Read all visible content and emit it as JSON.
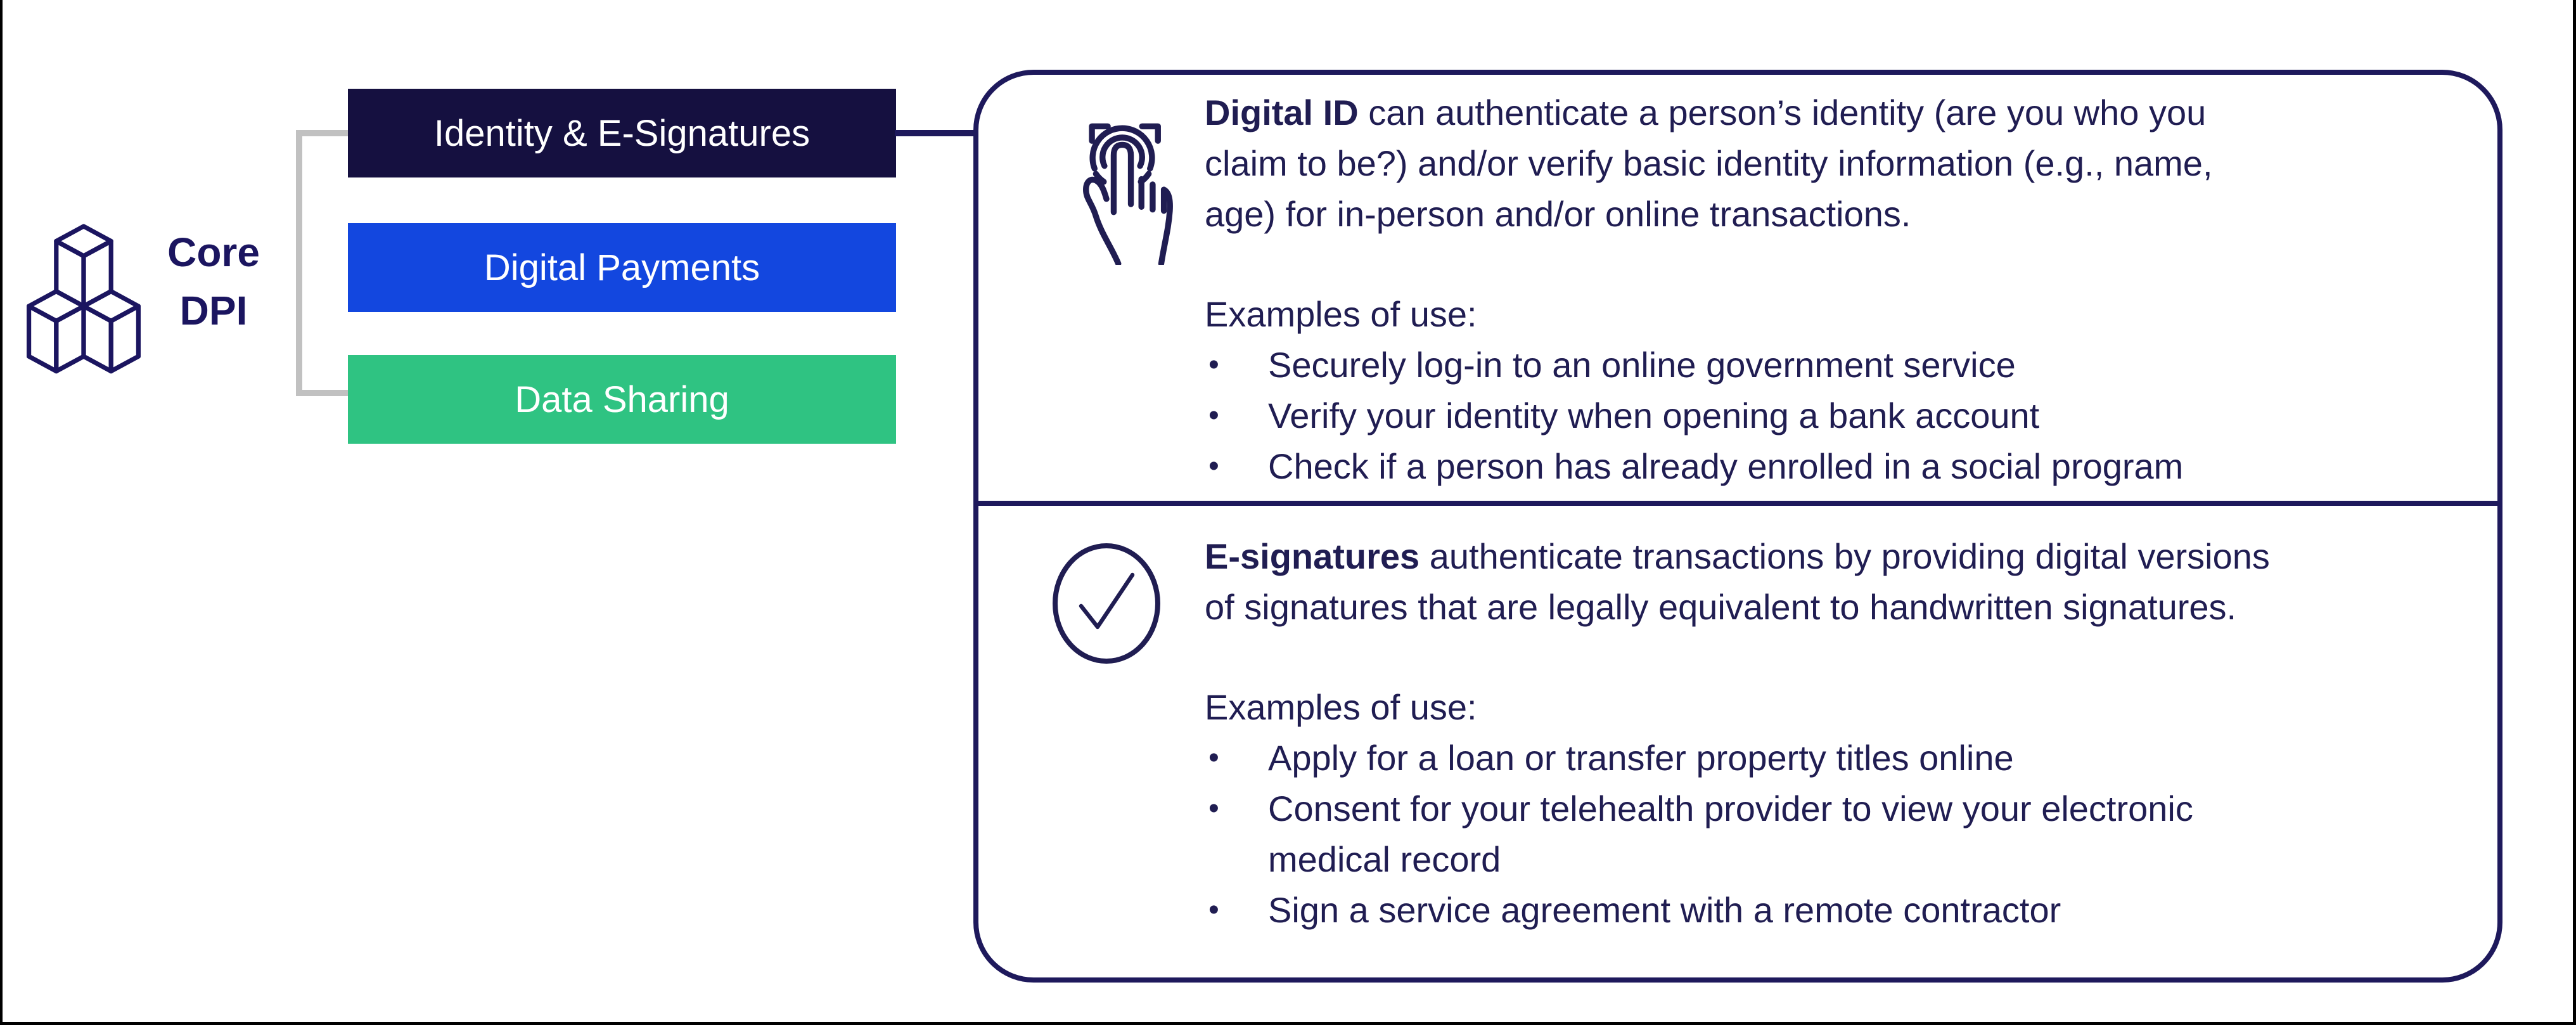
{
  "core": {
    "line1": "Core",
    "line2": "DPI",
    "icon": "cubes-icon"
  },
  "boxes": [
    {
      "label": "Identity & E-Signatures",
      "color": "#151040"
    },
    {
      "label": "Digital Payments",
      "color": "#1347df"
    },
    {
      "label": "Data Sharing",
      "color": "#2fc382"
    }
  ],
  "colors": {
    "ink": "#201d52",
    "panel_border": "#1e195c",
    "bracket_gray": "#c1c1c1",
    "box_text": "#ffffff",
    "frame": "#000000"
  },
  "panel": {
    "sections": [
      {
        "icon": "fingerprint-touch-icon",
        "lead": "Digital ID",
        "line1": " can authenticate a person’s identity (are you who you",
        "line2": "claim to be?) and/or verify basic identity information (e.g., name,",
        "line3": "age) for in-person and/or online transactions.",
        "examples_label": "Examples of use:",
        "bullet_glyph": "•",
        "bullets": [
          {
            "line1": "Securely log-in to an online government service"
          },
          {
            "line1": "Verify your identity when opening a bank account"
          },
          {
            "line1": "Check if a person has already enrolled in a social program"
          }
        ]
      },
      {
        "icon": "check-circle-icon",
        "lead": "E-signatures",
        "line1": " authenticate transactions by providing digital versions",
        "line2": "of signatures that are legally equivalent to handwritten signatures.",
        "examples_label": "Examples of use:",
        "bullet_glyph": "•",
        "bullets": [
          {
            "line1": "Apply for a loan or transfer property titles online"
          },
          {
            "line1": "Consent for your telehealth provider to view your electronic",
            "line2": "medical record"
          },
          {
            "line1": "Sign a service agreement with a remote contractor"
          }
        ]
      }
    ]
  }
}
